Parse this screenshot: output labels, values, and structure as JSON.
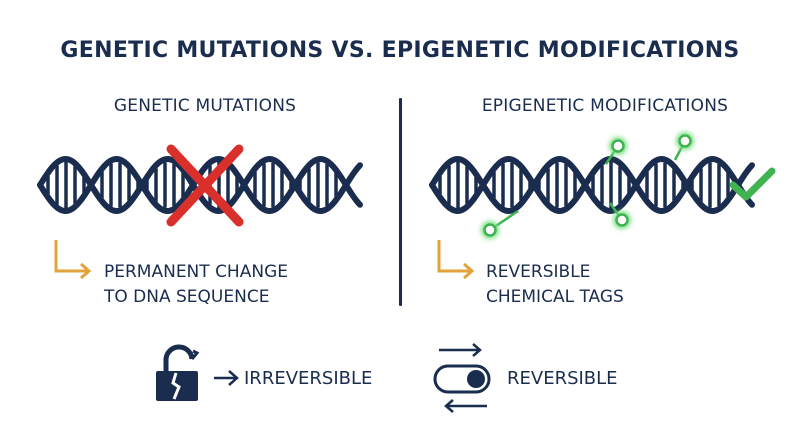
{
  "title": "GENETIC MUTATIONS VS. EPIGENETIC MODIFICATIONS",
  "left": {
    "heading": "GENETIC MUTATIONS",
    "caption_line1": "PERMANENT CHANGE",
    "caption_line2": "TO DNA SEQUENCE"
  },
  "right": {
    "heading": "EPIGENETIC MODIFICATIONS",
    "caption_line1": "REVERSIBLE",
    "caption_line2": "CHEMICAL TAGS"
  },
  "bottom": {
    "irreversible_label": "IRREVERSIBLE",
    "reversible_label": "REVERSIBLE"
  },
  "colors": {
    "navy": "#1b2d4f",
    "red": "#d9302c",
    "orange": "#e3a33b",
    "green": "#3fb34f",
    "glow_green": "#7ee08a"
  },
  "icons": [
    "dna-helix-icon",
    "red-x-icon",
    "elbow-arrow-icon",
    "green-tag-icon",
    "check-icon",
    "broken-lock-icon",
    "right-arrow-icon",
    "toggle-switch-icon",
    "bidirectional-arrows-icon"
  ]
}
